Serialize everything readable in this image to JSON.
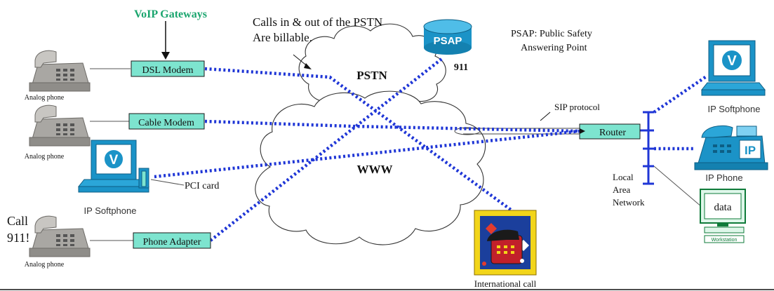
{
  "labels": {
    "voip_gateways": "VoIP Gateways",
    "pstn_note_line1": "Calls in & out of the PSTN",
    "pstn_note_line2": "Are billable.",
    "psap_badge": "PSAP",
    "psap_number": "911",
    "psap_desc_line1": "PSAP: Public Safety",
    "psap_desc_line2": "Answering Point",
    "pstn": "PSTN",
    "www": "WWW",
    "sip_protocol": "SIP protocol",
    "router": "Router",
    "dsl_modem": "DSL Modem",
    "cable_modem": "Cable Modem",
    "phone_adapter": "Phone Adapter",
    "pci_card": "PCI card",
    "analog_phone_1": "Analog phone",
    "analog_phone_2": "Analog phone",
    "analog_phone_3": "Analog phone",
    "call_911_line1": "Call",
    "call_911_line2": "911!",
    "ip_softphone_left": "IP Softphone",
    "ip_softphone_right": "IP Softphone",
    "ip_phone": "IP Phone",
    "lan_line1": "Local",
    "lan_line2": "Area",
    "lan_line3": "Network",
    "workstation_screen": "data",
    "workstation_caption": "Workstation",
    "international_call": "International call",
    "softphone_glyph": "V",
    "ip_phone_glyph": "IP"
  },
  "colors": {
    "dotted_link": "#1f36d6",
    "gateway_box": "#7de4cf",
    "voip_gateways_text": "#1aa56e",
    "device_teal": "#1b93c7",
    "phone_grey": "#a9a7a3"
  },
  "icons": [
    "analog-phone-icon",
    "computer-softphone-icon",
    "ip-phone-icon",
    "workstation-icon",
    "psap-cylinder-icon",
    "international-call-icon"
  ]
}
